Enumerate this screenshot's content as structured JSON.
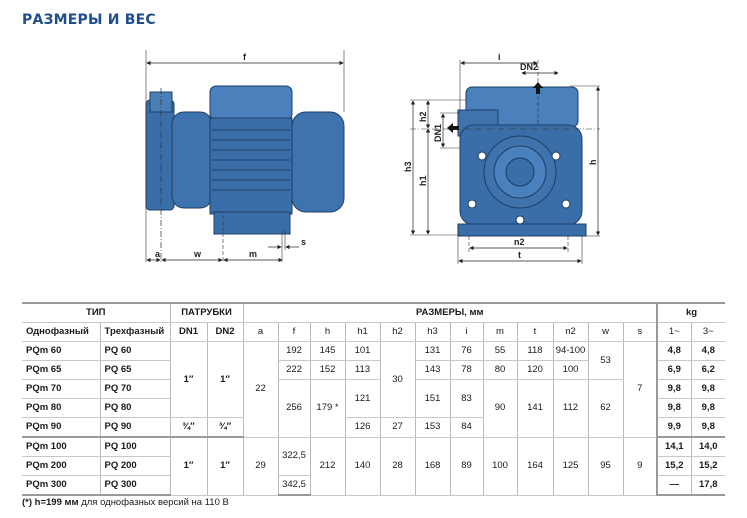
{
  "title": "РАЗМЕРЫ И ВЕС",
  "drawing": {
    "labels": {
      "f": "f",
      "a": "a",
      "w": "w",
      "m": "m",
      "s": "s",
      "i": "i",
      "dn2": "DN2",
      "dn1": "DN1",
      "h2": "h2",
      "h3": "h3",
      "h1": "h1",
      "h": "h",
      "n2": "n2",
      "t": "t"
    },
    "pump_color": "#3a6ea8"
  },
  "table": {
    "headers": {
      "type": "ТИП",
      "ports": "ПАТРУБКИ",
      "dims": "РАЗМЕРЫ, мм",
      "kg": "kg",
      "single": "Однофазный",
      "three": "Трехфазный",
      "dn1": "DN1",
      "dn2": "DN2",
      "a": "a",
      "f": "f",
      "h": "h",
      "h1": "h1",
      "h2": "h2",
      "h3": "h3",
      "i": "i",
      "m": "m",
      "t": "t",
      "n2": "n2",
      "w": "w",
      "s": "s",
      "kg1": "1~",
      "kg3": "3~"
    },
    "rows": [
      {
        "single": "PQm 60",
        "three": "PQ 60",
        "dn1": "1″",
        "dn2": "1″",
        "a": "22",
        "f": "192",
        "h": "145",
        "h1": "101",
        "h2": "30",
        "h3": "131",
        "i": "76",
        "m": "55",
        "t": "118",
        "n2": "94-100",
        "w": "53",
        "s": "7",
        "kg1": "4,8",
        "kg3": "4,8"
      },
      {
        "single": "PQm 65",
        "three": "PQ 65",
        "f": "222",
        "h": "152",
        "h1": "113",
        "h3": "143",
        "i": "78",
        "m": "80",
        "t": "120",
        "n2": "100",
        "kg1": "6,9",
        "kg3": "6,2"
      },
      {
        "single": "PQm 70",
        "three": "PQ 70",
        "f": "256",
        "h": "179 *",
        "h1": "121",
        "h3": "151",
        "i": "83",
        "m": "90",
        "t": "141",
        "n2": "112",
        "w": "62",
        "kg1": "9,8",
        "kg3": "9,8"
      },
      {
        "single": "PQm 80",
        "three": "PQ 80",
        "kg1": "9,8",
        "kg3": "9,8"
      },
      {
        "single": "PQm 90",
        "three": "PQ 90",
        "dn1": "¾″",
        "dn2": "¾″",
        "h1": "126",
        "h2": "27",
        "h3": "153",
        "i": "84",
        "kg1": "9,9",
        "kg3": "9,8"
      },
      {
        "single": "PQm 100",
        "three": "PQ 100",
        "dn1": "1″",
        "dn2": "1″",
        "a": "29",
        "f": "322,5",
        "h": "212",
        "h1": "140",
        "h2": "28",
        "h3": "168",
        "i": "89",
        "m": "100",
        "t": "164",
        "n2": "125",
        "w": "95",
        "s": "9",
        "kg1": "14,1",
        "kg3": "14,0"
      },
      {
        "single": "PQm 200",
        "three": "PQ 200",
        "kg1": "15,2",
        "kg3": "15,2"
      },
      {
        "single": "PQm 300",
        "three": "PQ 300",
        "f": "342,5",
        "kg1": "—",
        "kg3": "17,8"
      }
    ]
  },
  "note": {
    "mark": "(*) h=199 мм",
    "text": " для однофазных версий на 110 В"
  }
}
